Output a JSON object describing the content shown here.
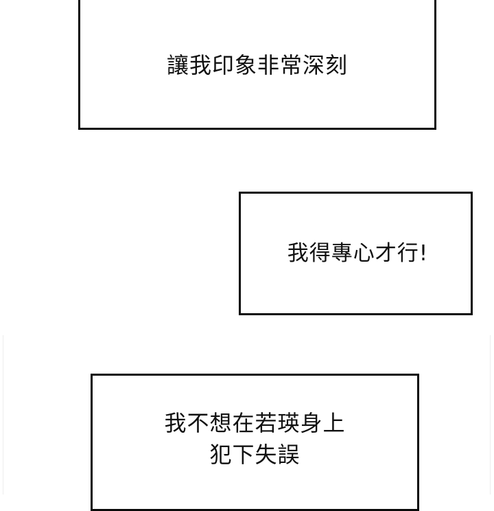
{
  "panels": [
    {
      "id": "caption-1",
      "text": "讓我印象非常深刻"
    },
    {
      "id": "caption-2",
      "text": "我得專心才行!"
    },
    {
      "id": "caption-3",
      "text": "我不想在若瑛身上\n犯下失誤",
      "lines": [
        "我不想在若瑛身上",
        "犯下失誤"
      ]
    }
  ],
  "colors": {
    "background": "#ffffff",
    "border": "#0a0a0a",
    "text": "#111111"
  }
}
